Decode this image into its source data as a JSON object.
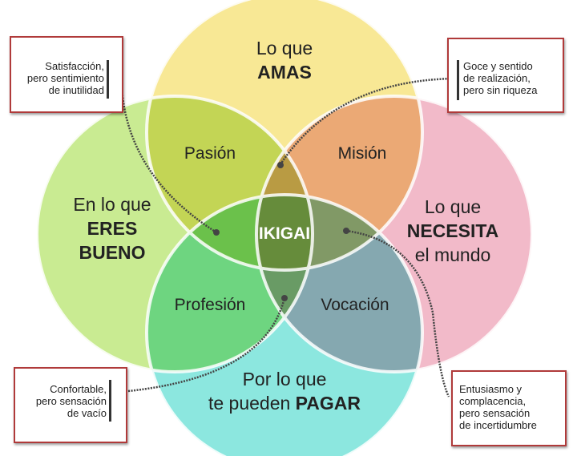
{
  "circles": {
    "top": {
      "line1": "Lo que",
      "bold": "AMAS",
      "color": "#f7e58a"
    },
    "left": {
      "line1": "En lo que",
      "bold1": "ERES",
      "bold2": "BUENO",
      "color": "#c6ea8c"
    },
    "right": {
      "line1": "Lo que",
      "bold": "NECESITA",
      "line3": "el mundo",
      "color": "#f2b6c6"
    },
    "bottom": {
      "line1": "Por lo que",
      "line2": "te pueden",
      "bold": "PAGAR",
      "color": "#7fe5dc"
    }
  },
  "zones": {
    "pasion": "Pasión",
    "mision": "Misión",
    "profesion": "Profesión",
    "vocacion": "Vocación",
    "center": "IKIGAI"
  },
  "notes": {
    "top_left": [
      "Satisfacción,",
      "pero sentimiento",
      "de inutilidad"
    ],
    "top_right": [
      "Goce y sentido",
      "de realización,",
      "pero sin riqueza"
    ],
    "bottom_left": [
      "Confortable,",
      "pero sensación",
      "de vacío"
    ],
    "bottom_right": [
      "Entusiasmo y",
      "complacencia,",
      "pero sensación",
      "de incertidumbre"
    ]
  },
  "border_color": "#b03a3a"
}
